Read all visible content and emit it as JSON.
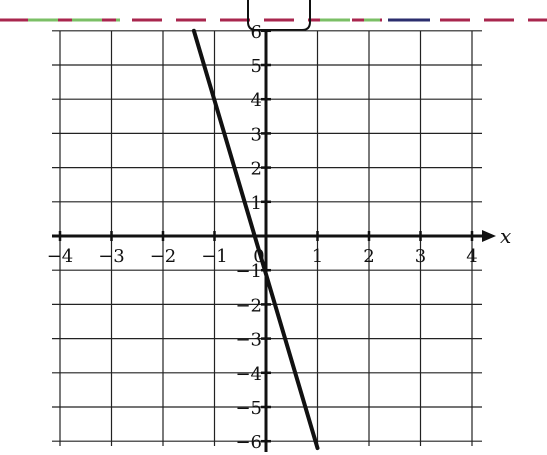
{
  "chart_data": {
    "type": "line",
    "title": "",
    "xlabel": "x",
    "ylabel": "",
    "xlim": [
      -4,
      4
    ],
    "ylim": [
      -6,
      6
    ],
    "grid": true,
    "x_ticks": [
      -4,
      -3,
      -2,
      -1,
      0,
      1,
      2,
      3,
      4
    ],
    "y_ticks": [
      -6,
      -5,
      -4,
      -3,
      -2,
      -1,
      1,
      2,
      3,
      4,
      5,
      6
    ],
    "x_tick_labels": [
      "−4",
      "−3",
      "−2",
      "−1",
      "0",
      "1",
      "2",
      "3",
      "4"
    ],
    "y_tick_labels": [
      "−6",
      "−5",
      "−4",
      "−3",
      "−2",
      "−1",
      "1",
      "2",
      "3",
      "4",
      "5",
      "6"
    ],
    "series": [
      {
        "x": [
          -1.4,
          1.0
        ],
        "y": [
          6.0,
          -6.2
        ]
      }
    ]
  },
  "colors": {
    "axis": "#111111",
    "grid": "#222222",
    "line": "#111111",
    "top_dash_red": "#a8264e",
    "top_dash_green": "#7bbf66",
    "top_dash_navy": "#2b2e6e",
    "top_dash_yellow": "#f4f0c8"
  }
}
